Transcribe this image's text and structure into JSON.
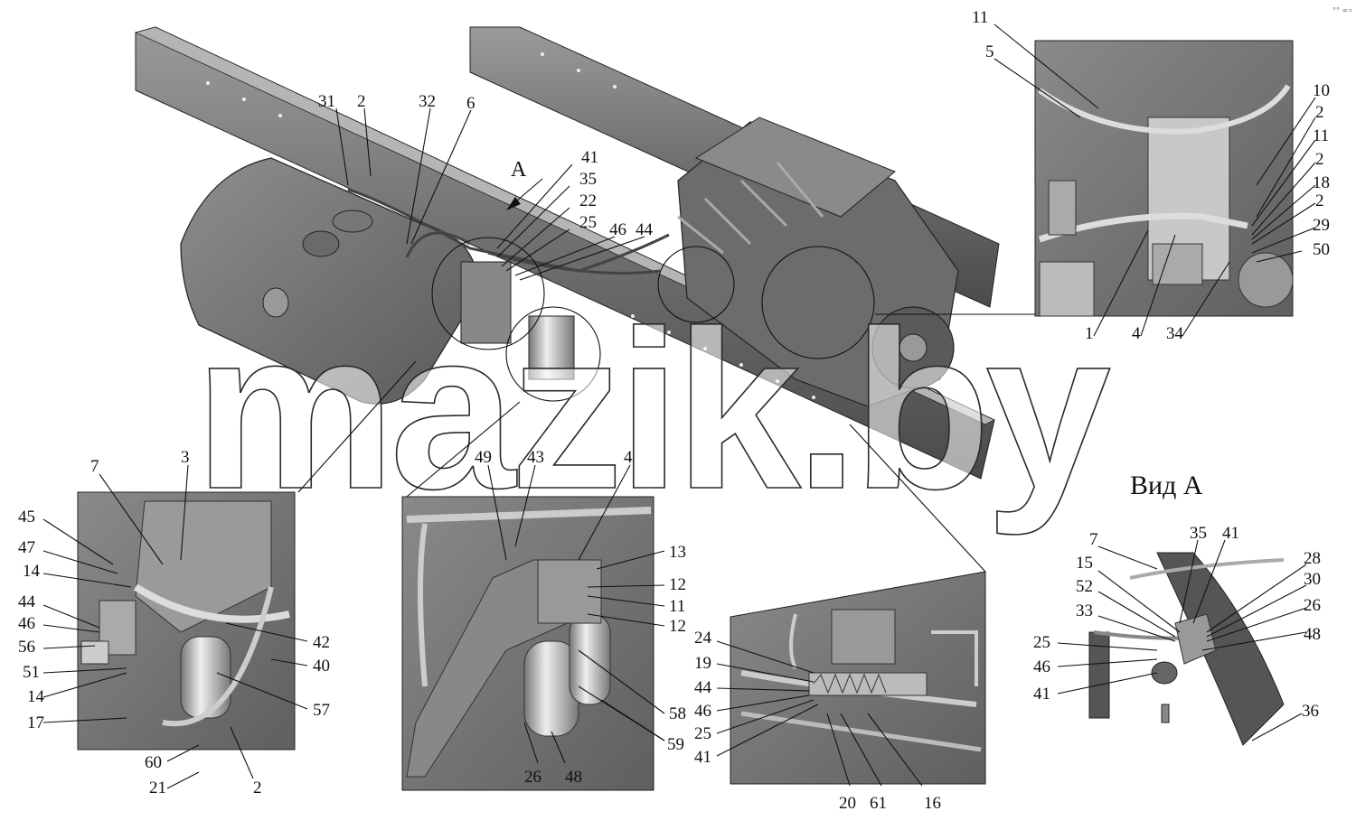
{
  "watermark": "mazik.by",
  "view_title": "Вид А",
  "view_arrow_label": "А",
  "corner_mark": "°° ∞∘",
  "labels": {
    "main": [
      "31",
      "2",
      "32",
      "6",
      "41",
      "35",
      "22",
      "25",
      "46",
      "44"
    ],
    "topright": [
      "11",
      "5",
      "10",
      "2",
      "11",
      "2",
      "18",
      "2",
      "29",
      "50",
      "1",
      "4",
      "34"
    ],
    "left": [
      "7",
      "3",
      "45",
      "47",
      "14",
      "44",
      "46",
      "56",
      "51",
      "14",
      "17",
      "42",
      "40",
      "57",
      "60",
      "21",
      "2"
    ],
    "center": [
      "49",
      "43",
      "4",
      "13",
      "12",
      "11",
      "12",
      "58",
      "59",
      "26",
      "48"
    ],
    "lowercenter": [
      "24",
      "19",
      "44",
      "46",
      "25",
      "41",
      "20",
      "61",
      "16"
    ],
    "viewA": [
      "7",
      "35",
      "41",
      "15",
      "28",
      "52",
      "30",
      "33",
      "26",
      "48",
      "25",
      "46",
      "41",
      "36"
    ]
  }
}
